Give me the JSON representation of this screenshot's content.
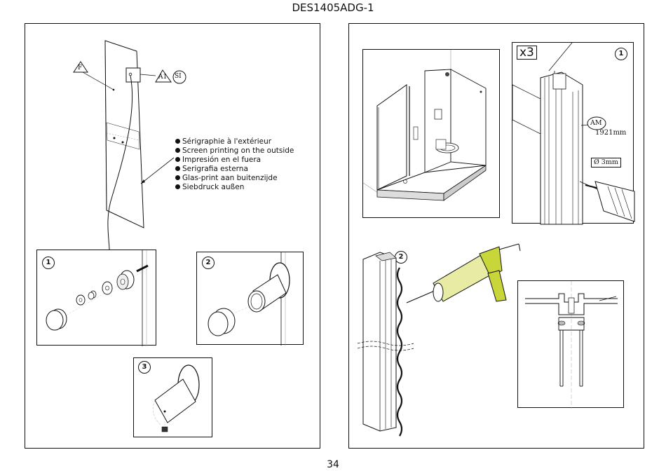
{
  "document": {
    "title": "DES1405ADG-1",
    "page_number": "34"
  },
  "left_panel": {
    "labels": {
      "glass_marker": "F",
      "fitting_marker": "A1",
      "fitting_note": "SI"
    },
    "printing_notes": [
      "Sérigraphie à l'extérieur",
      "Screen printing on the outside",
      "Impresión en el fuera",
      "Serigrafia esterna",
      "Glas-print aan buitenzijde",
      "Siebdruck außen"
    ],
    "steps": [
      "1",
      "2",
      "3"
    ]
  },
  "right_panel": {
    "quantity": "x3",
    "profile_code": "AM",
    "profile_length": "1921mm",
    "drill_size": "Ø 3mm",
    "steps": [
      "1",
      "2"
    ]
  }
}
